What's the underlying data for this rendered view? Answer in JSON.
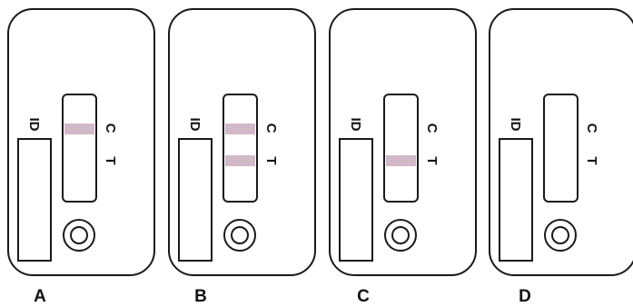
{
  "band_color": "#d3b8c8",
  "labels": {
    "id": "ID",
    "control": "C",
    "test": "T"
  },
  "cassettes": [
    {
      "letter": "A",
      "control_band": true,
      "test_band": false
    },
    {
      "letter": "B",
      "control_band": true,
      "test_band": true
    },
    {
      "letter": "C",
      "control_band": false,
      "test_band": true
    },
    {
      "letter": "D",
      "control_band": false,
      "test_band": false
    }
  ]
}
